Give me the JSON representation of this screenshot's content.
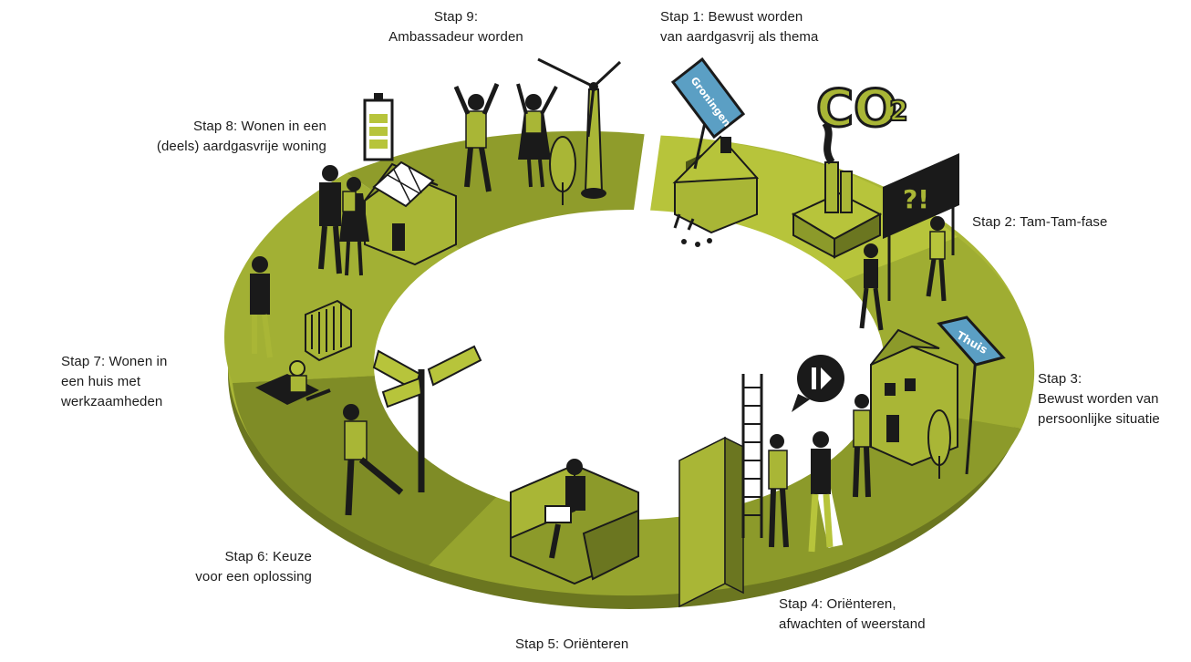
{
  "diagram": {
    "steps": [
      {
        "lines": [
          "Stap 1: Bewust worden",
          "van aardgasvrij als thema"
        ]
      },
      {
        "lines": [
          "Stap 2: Tam-Tam-fase"
        ]
      },
      {
        "lines": [
          "Stap 3:",
          "Bewust worden van",
          "persoonlijke situatie"
        ]
      },
      {
        "lines": [
          "Stap 4: Oriënteren,",
          "afwachten of weerstand"
        ]
      },
      {
        "lines": [
          "Stap 5: Oriënteren"
        ]
      },
      {
        "lines": [
          "Stap 6: Keuze",
          "voor een oplossing"
        ]
      },
      {
        "lines": [
          "Stap 7: Wonen in",
          "een huis met",
          "werkzaamheden"
        ]
      },
      {
        "lines": [
          "Stap 8: Wonen in een",
          "(deels) aardgasvrije woning"
        ]
      },
      {
        "lines": [
          "Stap 9:",
          "Ambassadeur worden"
        ]
      }
    ],
    "signs": {
      "groningen": "Groningen",
      "thuis": "Thuis",
      "question": "?!"
    },
    "colors": {
      "ring_light": "#a9b636",
      "ring_mid": "#8c9a2a",
      "ring_dark": "#6b7620",
      "ring_shadow": "#4d5617",
      "accent": "#b7c43b",
      "ink": "#1a1a1a",
      "sign_blue": "#5b9fc4"
    },
    "icons": [
      "co2-icon",
      "battery-icon",
      "wind-turbine-icon",
      "house-icon",
      "signpost-icon",
      "ladder-icon",
      "sofa-icon",
      "radiator-icon",
      "pause-play-icon",
      "tree-icon",
      "factory-icon",
      "solar-house-icon"
    ]
  }
}
